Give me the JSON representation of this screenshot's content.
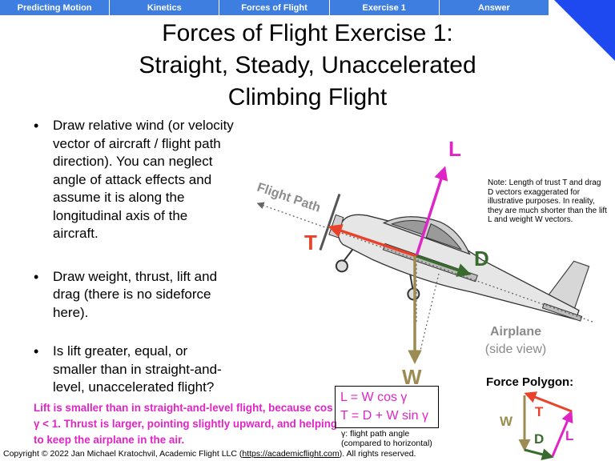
{
  "nav": [
    "Predicting Motion",
    "Kinetics",
    "Forces of Flight",
    "Exercise 1",
    "Answer"
  ],
  "title": [
    "Forces of Flight Exercise 1:",
    "Straight, Steady, Unaccelerated",
    "Climbing Flight"
  ],
  "bullets": [
    "Draw relative wind (or velocity vector of aircraft / flight path direction). You can neglect angle of attack effects and assume it is along the longitudinal axis of the aircraft.",
    "Draw weight, thrust, lift and drag (there is no sideforce here).",
    "Is lift greater, equal, or smaller than in straight-and-level, unaccelerated flight?"
  ],
  "answer": "Lift is smaller than in straight-and-level flight, because cos γ < 1. Thrust is larger, pointing slightly upward, and helping to keep the airplane in the air.",
  "formula": [
    "L = W cos γ",
    "T = D + W sin γ"
  ],
  "gamma_note": [
    "γ: flight path angle",
    "(compared to horizontal)"
  ],
  "note": "Note: Length of trust T and drag D vectors exaggerated for illustrative purposes. In reality, they are much shorter than the lift L and weight W vectors.",
  "diagram": {
    "flight_path_label": "Flight Path",
    "lift_label": "L",
    "thrust_label": "T",
    "drag_label": "D",
    "weight_label": "W",
    "airplane_label": [
      "Airplane",
      "(side view)"
    ]
  },
  "polygon": {
    "title": "Force Polygon:",
    "t": "T",
    "w": "W",
    "d": "D",
    "l": "L"
  },
  "copyright": {
    "prefix": "Copyright © 2022 Jan Michael Kratochvil, Academic Flight LLC (",
    "link": "https://academicflight.com",
    "suffix": "). All rights reserved."
  },
  "colors": {
    "nav": "#3d7ee0",
    "corner": "#1f49f0",
    "lift": "#e025c6",
    "thrust": "#e8432a",
    "drag": "#3a6b2e",
    "weight": "#9c8b52",
    "flight_path": "#8c8c8c"
  }
}
